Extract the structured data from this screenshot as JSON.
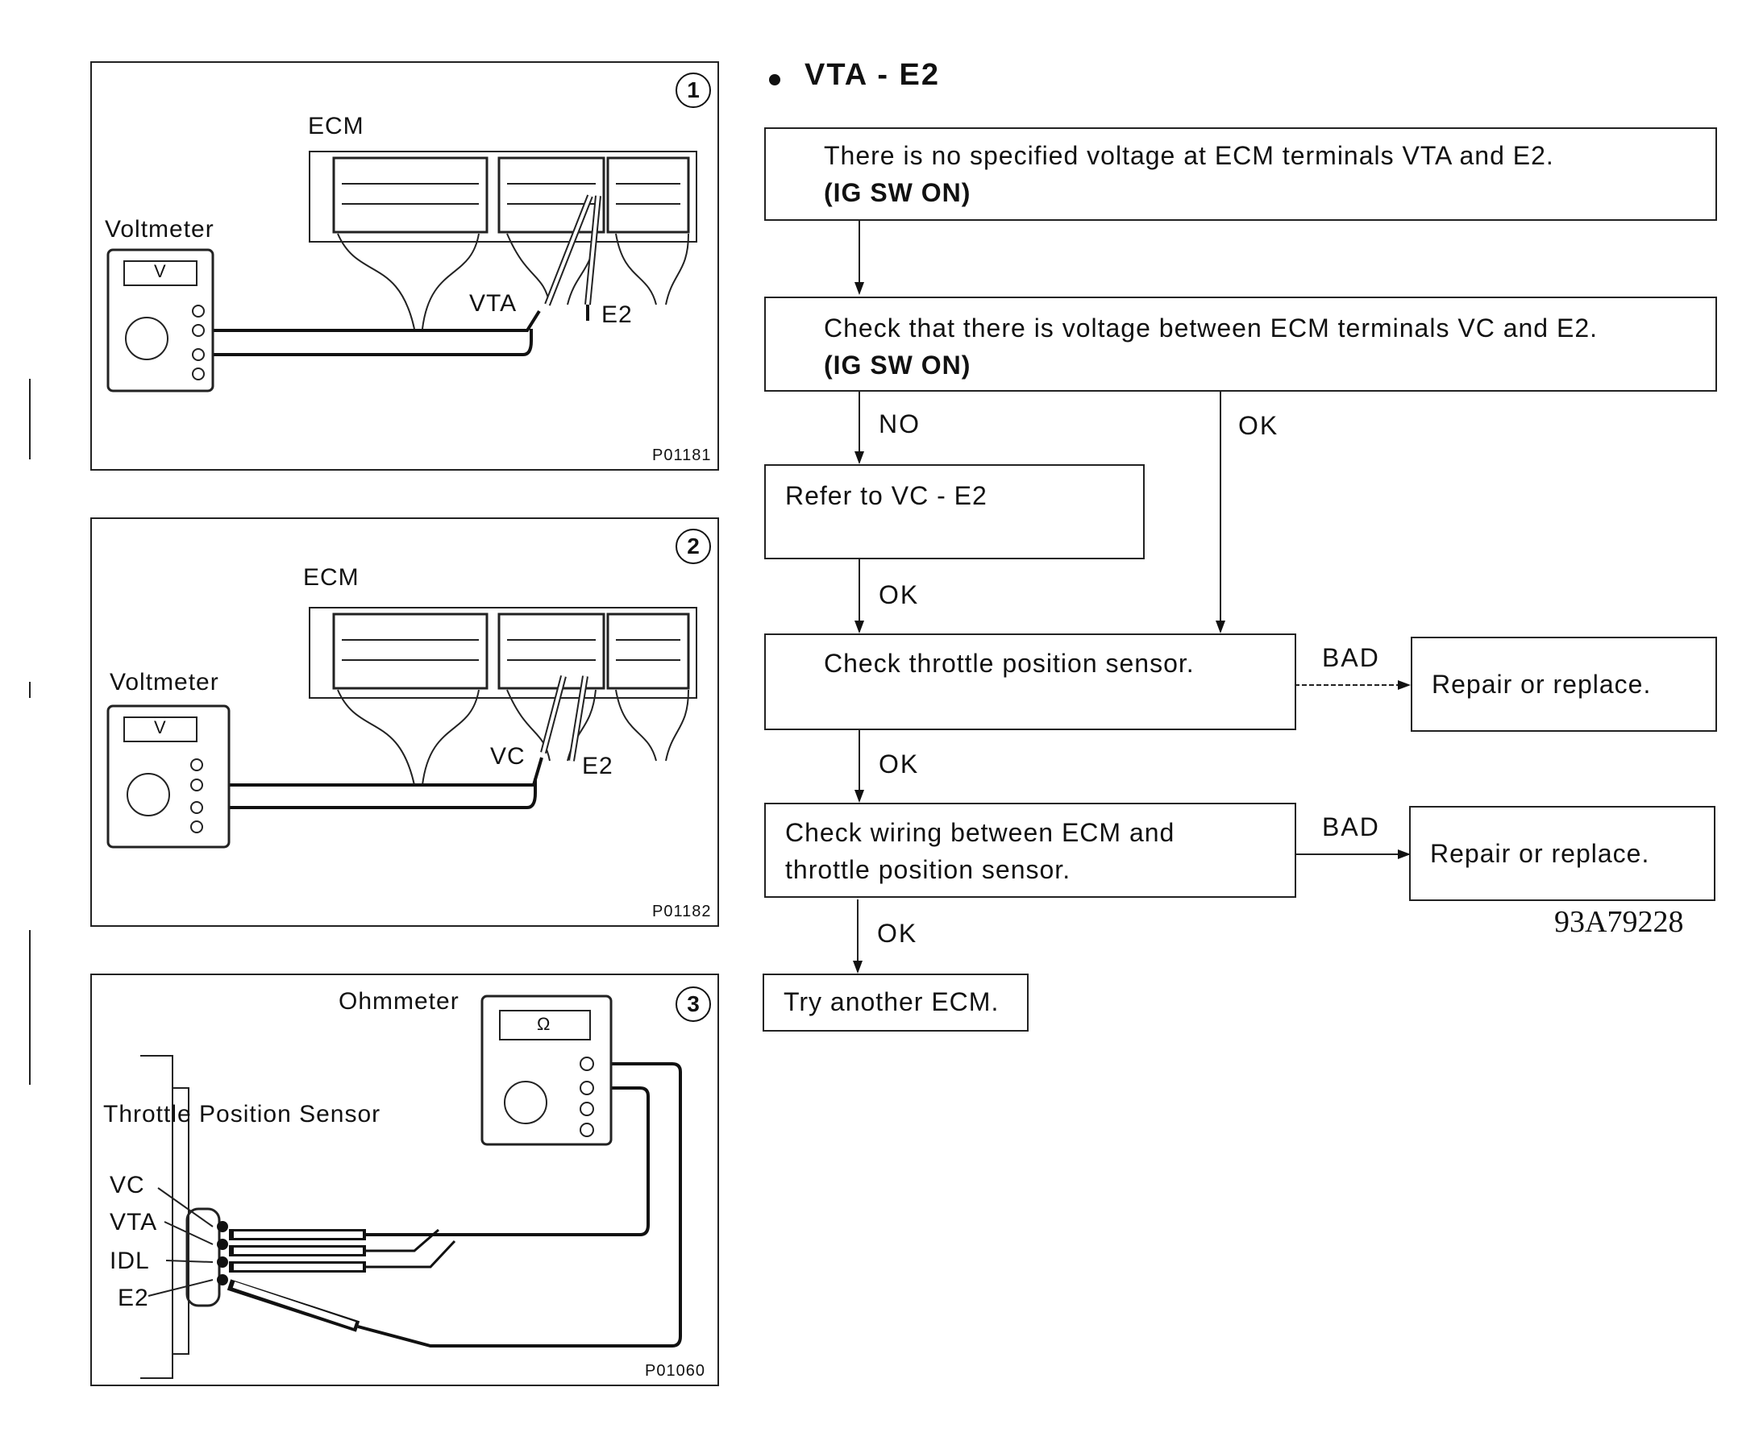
{
  "title": "VTA - E2",
  "panels": [
    {
      "number": "1",
      "ecm_label": "ECM",
      "meter_label": "Voltmeter",
      "meter_face": "V",
      "probe_a": "VTA",
      "probe_b": "E2",
      "figure_id": "P01181"
    },
    {
      "number": "2",
      "ecm_label": "ECM",
      "meter_label": "Voltmeter",
      "meter_face": "V",
      "probe_a": "VC",
      "probe_b": "E2",
      "figure_id": "P01182"
    },
    {
      "number": "3",
      "meter_label": "Ohmmeter",
      "meter_face": "Ω",
      "sensor_label": "Throttle Position Sensor",
      "terminals": [
        "VC",
        "VTA",
        "IDL",
        "E2"
      ],
      "figure_id": "P01060"
    }
  ],
  "flow": {
    "step1": {
      "line1": "There is no specified voltage at ECM terminals VTA and E2.",
      "line2": "(IG SW ON)"
    },
    "step2": {
      "line1": "Check that there is voltage between ECM terminals VC and E2.",
      "line2": "(IG SW ON)"
    },
    "refer": "Refer to VC - E2",
    "check_tps": "Check throttle position sensor.",
    "check_wiring": {
      "line1": "Check wiring between ECM and",
      "line2": "throttle position sensor."
    },
    "repair1": "Repair or replace.",
    "repair2": "Repair or replace.",
    "try_ecm": "Try another ECM.",
    "labels": {
      "no": "NO",
      "ok": "OK",
      "bad": "BAD"
    }
  },
  "document_number": "93A79228"
}
